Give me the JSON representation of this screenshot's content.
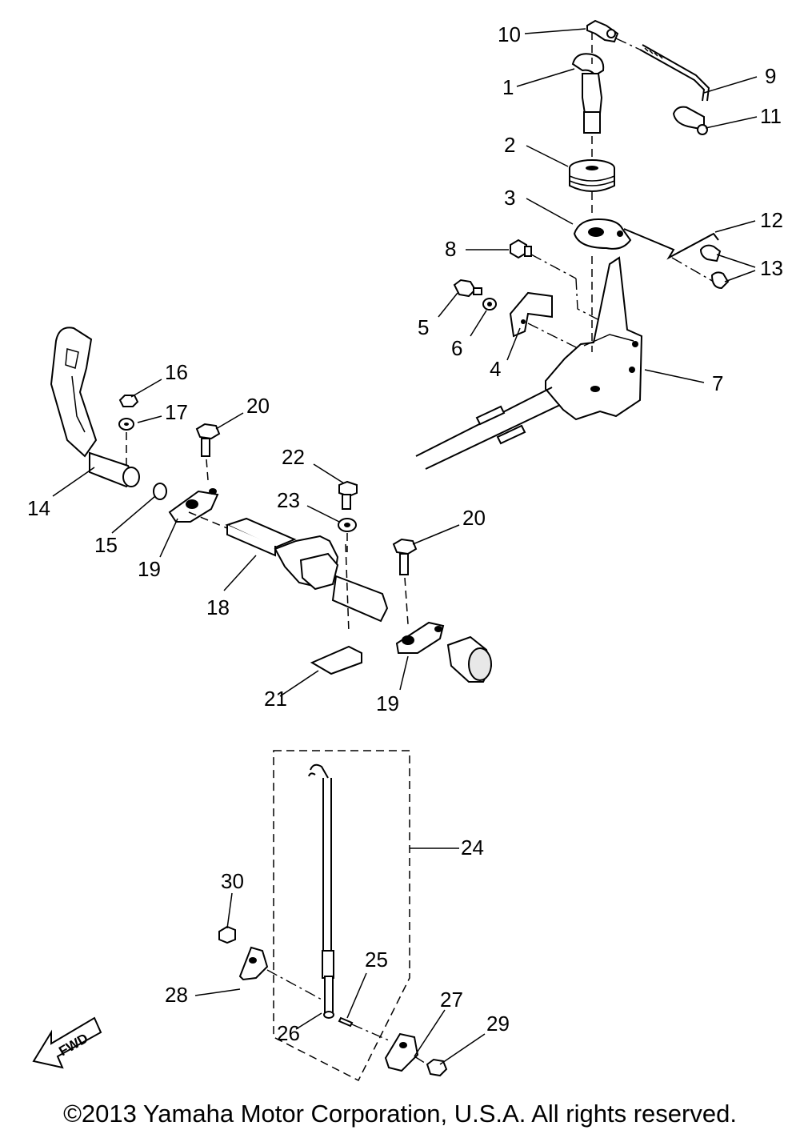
{
  "callouts": {
    "c1": "1",
    "c2": "2",
    "c3": "3",
    "c4": "4",
    "c5": "5",
    "c6": "6",
    "c7": "7",
    "c8": "8",
    "c9": "9",
    "c10": "10",
    "c11": "11",
    "c12": "12",
    "c13": "13",
    "c14": "14",
    "c15": "15",
    "c16": "16",
    "c17": "17",
    "c18": "18",
    "c19a": "19",
    "c19b": "19",
    "c20a": "20",
    "c20b": "20",
    "c21": "21",
    "c22": "22",
    "c23": "23",
    "c24": "24",
    "c25": "25",
    "c26": "26",
    "c27": "27",
    "c28": "28",
    "c29": "29",
    "c30": "30"
  },
  "fwd_label": "FWD",
  "copyright": "©2013 Yamaha Motor Corporation, U.S.A. All rights reserved."
}
